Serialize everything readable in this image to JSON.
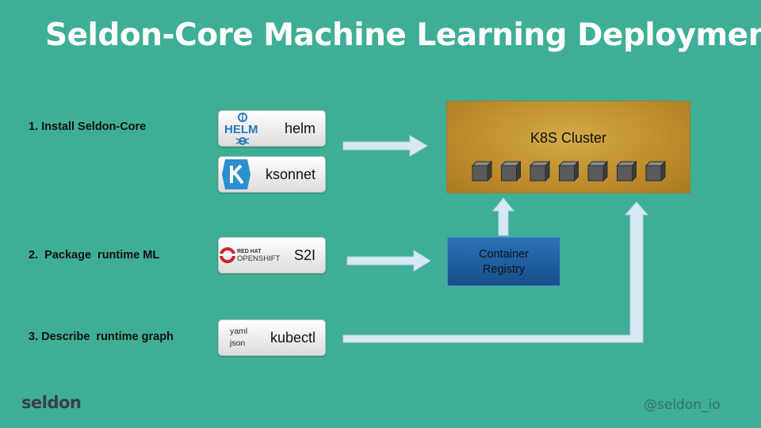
{
  "title": "Seldon-Core Machine Learning Deployment",
  "steps": [
    {
      "label": "1. Install Seldon-Core"
    },
    {
      "label": "2.  Package  runtime ML"
    },
    {
      "label": "3. Describe  runtime graph"
    }
  ],
  "tools": {
    "helm": {
      "logo_text": "HELM",
      "name": "helm"
    },
    "ksonnet": {
      "name": "ksonnet"
    },
    "s2i": {
      "logo_line1": "RED HAT",
      "logo_line2": "OPENSHIFT",
      "name": "S2I"
    },
    "kubectl": {
      "format1": "yaml",
      "format2": "json",
      "name": "kubectl"
    }
  },
  "k8s_cluster": {
    "label": "K8S Cluster",
    "node_count": 7
  },
  "container_registry": {
    "line1": "Container",
    "line2": "Registry"
  },
  "footer": {
    "logo": "seldon",
    "handle": "@seldon_io"
  },
  "colors": {
    "background": "#3fae96",
    "arrow": "#d6e8f2",
    "cluster": "#c59a38",
    "registry": "#1f5fa0"
  }
}
